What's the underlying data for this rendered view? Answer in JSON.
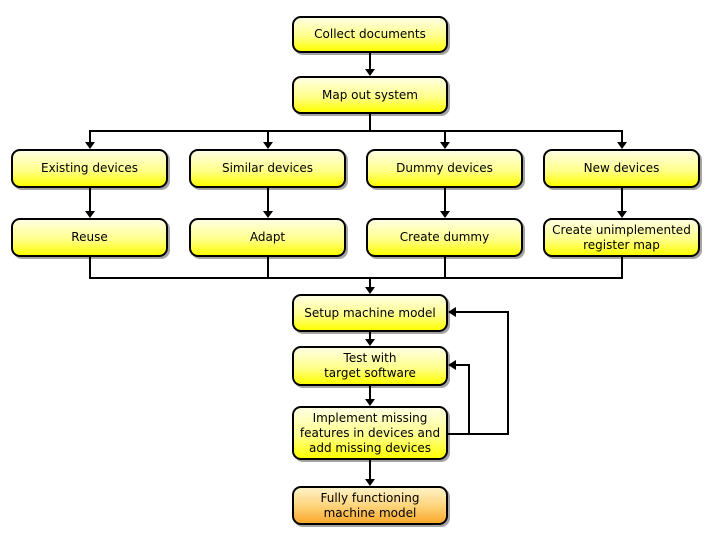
{
  "diagram": {
    "type": "flowchart",
    "nodes": {
      "collect_documents": {
        "label": "Collect documents"
      },
      "map_out_system": {
        "label": "Map out system"
      },
      "existing_devices": {
        "label": "Existing devices"
      },
      "similar_devices": {
        "label": "Similar devices"
      },
      "dummy_devices": {
        "label": "Dummy devices"
      },
      "new_devices": {
        "label": "New devices"
      },
      "reuse": {
        "label": "Reuse"
      },
      "adapt": {
        "label": "Adapt"
      },
      "create_dummy": {
        "label": "Create dummy"
      },
      "create_unimplemented": {
        "label": "Create unimplemented\nregister map"
      },
      "setup_machine_model": {
        "label": "Setup machine model"
      },
      "test_with_target": {
        "label": "Test with\ntarget software"
      },
      "implement_missing": {
        "label": "Implement missing\nfeatures in devices and\nadd missing devices"
      },
      "fully_functioning": {
        "label": "Fully functioning\nmachine model"
      }
    },
    "edges": [
      {
        "from": "collect_documents",
        "to": "map_out_system"
      },
      {
        "from": "map_out_system",
        "to": "existing_devices"
      },
      {
        "from": "map_out_system",
        "to": "similar_devices"
      },
      {
        "from": "map_out_system",
        "to": "dummy_devices"
      },
      {
        "from": "map_out_system",
        "to": "new_devices"
      },
      {
        "from": "existing_devices",
        "to": "reuse"
      },
      {
        "from": "similar_devices",
        "to": "adapt"
      },
      {
        "from": "dummy_devices",
        "to": "create_dummy"
      },
      {
        "from": "new_devices",
        "to": "create_unimplemented"
      },
      {
        "from": "reuse",
        "to": "setup_machine_model"
      },
      {
        "from": "adapt",
        "to": "setup_machine_model"
      },
      {
        "from": "create_dummy",
        "to": "setup_machine_model"
      },
      {
        "from": "create_unimplemented",
        "to": "setup_machine_model"
      },
      {
        "from": "setup_machine_model",
        "to": "test_with_target"
      },
      {
        "from": "test_with_target",
        "to": "implement_missing"
      },
      {
        "from": "implement_missing",
        "to": "fully_functioning"
      },
      {
        "from": "implement_missing",
        "to": "test_with_target",
        "type": "feedback"
      },
      {
        "from": "implement_missing",
        "to": "setup_machine_model",
        "type": "feedback"
      }
    ],
    "colors": {
      "box_gradient_top": "#FFFFE2",
      "box_gradient_bottom": "#FFFF00",
      "final_gradient_top": "#FFF3C8",
      "final_gradient_bottom": "#F9A82C",
      "border": "#000000",
      "connector": "#000000",
      "background": "#FFFFFF"
    }
  }
}
